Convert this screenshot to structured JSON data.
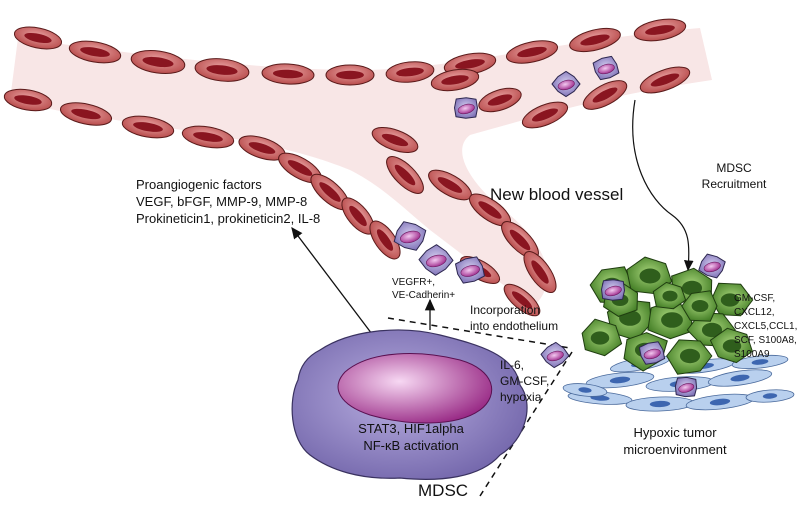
{
  "labels": {
    "proangiogenic": "Proangiogenic factors\nVEGF, bFGF, MMP-9, MMP-8\nProkineticin1, prokineticin2, IL-8",
    "new_blood_vessel": "New blood vessel",
    "mdsc_recruitment": "MDSC\nRecruitment",
    "vegfr": "VEGFR+,\nVE-Cadherin+",
    "incorporation": "Incorporation\ninto endothelium",
    "cytokines": "GM-CSF,\nCXCL12,\nCXCL5,CCL1,\nSCF, S100A8,\nS100A9",
    "stimuli": "IL-6,\nGM-CSF,\nhypoxia",
    "activation": "STAT3, HIF1alpha\nNF-κB activation",
    "hypoxic": "Hypoxic tumor\nmicroenvironment",
    "mdsc": "MDSC"
  },
  "colors": {
    "vessel_fill": "#f8e6e6",
    "endothelial_cell": "#c45a5a",
    "endothelial_nucleus": "#8a1520",
    "mdsc_cell": "#8f83c4",
    "mdsc_nucleus": "#b03c98",
    "tumor_cell": "#5e9a3a",
    "tumor_nucleus": "#2f5e1c",
    "stromal_cell": "#b9d0ee"
  }
}
